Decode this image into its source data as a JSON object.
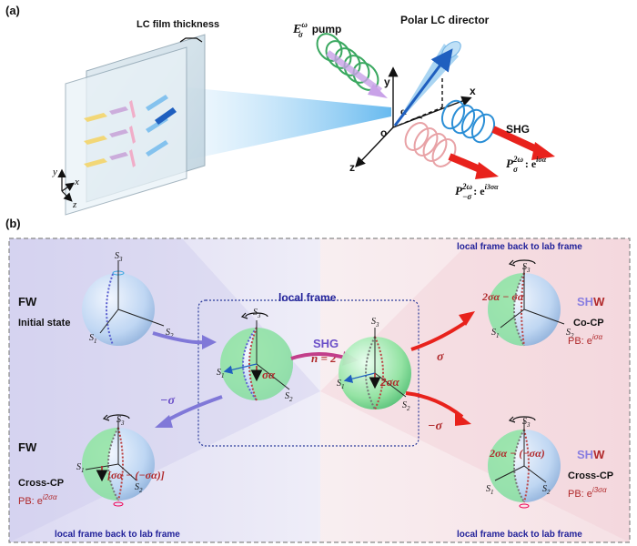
{
  "panel_a": {
    "tag": "(a)",
    "film_thickness": "LC film thickness",
    "pump": "E",
    "pump_sup": "ω",
    "pump_sub": "σ",
    "pump_word": "pump",
    "director": "Polar LC director",
    "shg": "SHG",
    "p_sigma": "P",
    "p_sigma_sup": "2ω",
    "p_sigma_sub": "σ",
    "p_sigma_phase": ": e",
    "p_sigma_exp": "iσα",
    "p_minus": "P",
    "p_minus_sup": "2ω",
    "p_minus_sub": "−σ",
    "p_minus_phase": ": e",
    "p_minus_exp": "i3σα",
    "axis_x": "x",
    "axis_y": "y",
    "axis_z": "z",
    "axis_o": "o",
    "alpha": "α",
    "film_y": "y",
    "film_x": "x",
    "film_z": "z"
  },
  "panel_b": {
    "tag": "(b)",
    "local_frame": "local frame",
    "back_top": "local frame back to lab frame",
    "back_bottom_left": "local frame back to lab frame",
    "back_bottom_right": "local frame back to lab frame",
    "fw_initial": "FW",
    "initial_state": "Initial state",
    "fw_cross": "FW",
    "cross_cp_left": "Cross-CP",
    "pb_left": "PB: e",
    "pb_left_exp": "i2σα",
    "shg_mid": "SHG",
    "n_eq": "n = 2",
    "arrow_minus_sigma_left": "−σ",
    "arrow_sigma": "σ",
    "arrow_minus_sigma_right": "−σ",
    "sigma_alpha": "σα",
    "two_sigma_alpha": "2σα",
    "left_expr": "[σα − (−σα)]",
    "co_shw_sh": "SH",
    "co_shw_w": "W",
    "co_cp": "Co-CP",
    "pb_co": "PB: e",
    "pb_co_exp": "iσα",
    "co_expr": "2σα − σα",
    "cross_shw_sh": "SH",
    "cross_shw_w": "W",
    "cross_cp_right": "Cross-CP",
    "pb_cross": "PB: e",
    "pb_cross_exp": "i3σα",
    "cross_expr": "2σα − (−σα)",
    "s1": "S",
    "s1_sub": "1",
    "s2": "S",
    "s2_sub": "2",
    "s3": "S",
    "s3_sub": "3"
  },
  "colors": {
    "pump_green": "#3aa860",
    "shg_blue": "#2a8ed6",
    "red_arrow": "#e8221c",
    "purple_arrow": "#7a6fd8",
    "sphere_blue": "#bcd6f3",
    "sphere_green": "#8fe3a0",
    "pb_red": "#b0282a",
    "frame_blue": "#22229a"
  }
}
